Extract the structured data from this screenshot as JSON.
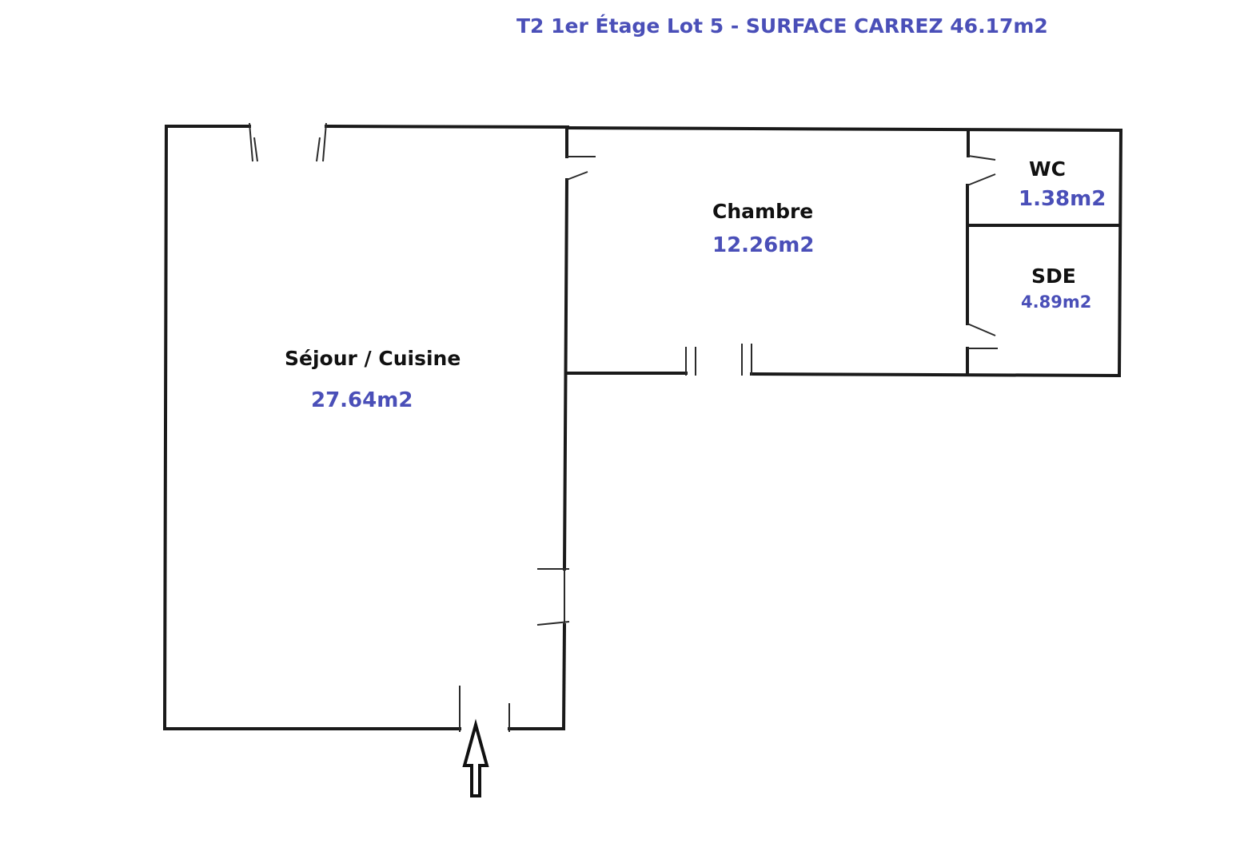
{
  "title": "T2 1er Étage Lot 5 - SURFACE CARREZ 46.17m2",
  "colors": {
    "accent": "#4a4fb8",
    "walls": "#1a1a1a",
    "background": "#ffffff"
  },
  "rooms": {
    "sejour": {
      "name": "Séjour / Cuisine",
      "area": "27.64m2"
    },
    "chambre": {
      "name": "Chambre",
      "area": "12.26m2"
    },
    "wc": {
      "name": "WC",
      "area": "1.38m2"
    },
    "sde": {
      "name": "SDE",
      "area": "4.89m2"
    }
  },
  "entrance_arrow": "up-arrow-icon"
}
